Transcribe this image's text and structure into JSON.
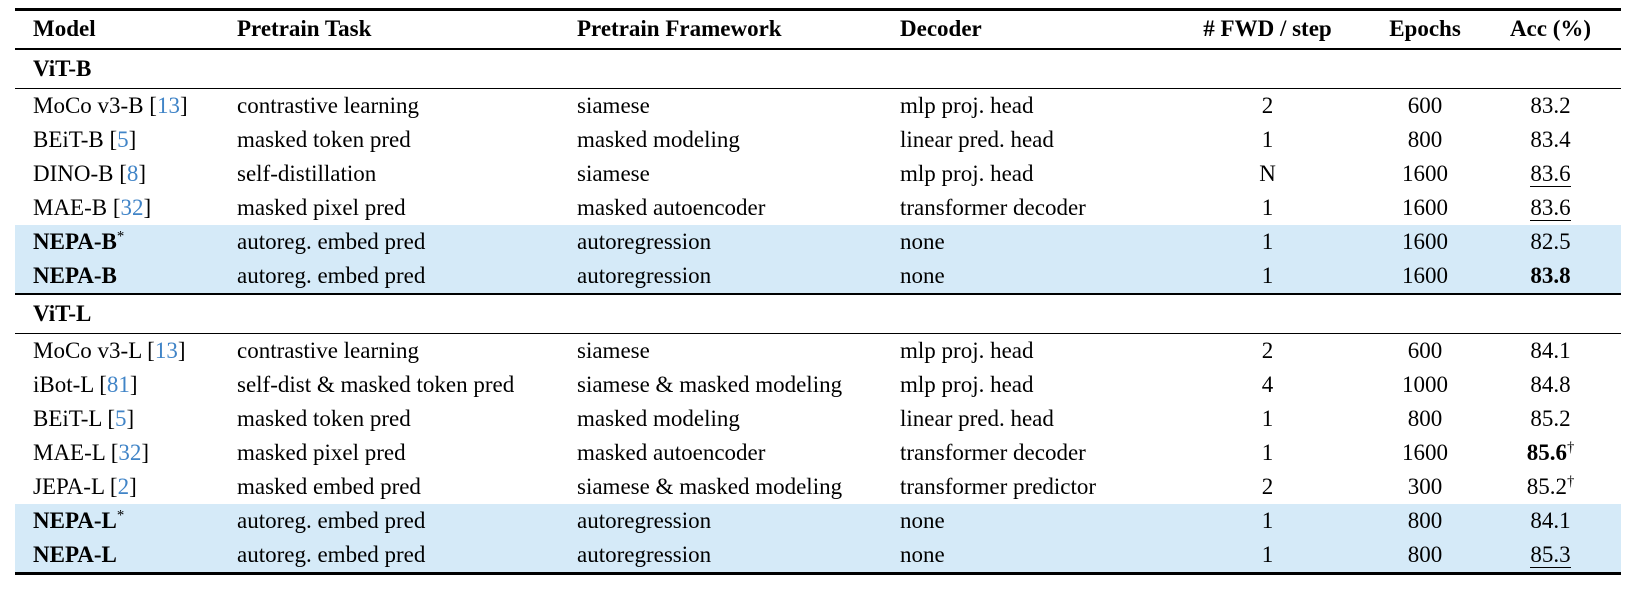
{
  "colors": {
    "background": "#ffffff",
    "text": "#000000",
    "highlight_row": "#d5eaf8",
    "citation_link": "#4084c7",
    "rule": "#000000"
  },
  "table": {
    "columns": [
      {
        "label": "Model",
        "align": "left"
      },
      {
        "label": "Pretrain Task",
        "align": "left"
      },
      {
        "label": "Pretrain Framework",
        "align": "left"
      },
      {
        "label": "Decoder",
        "align": "left"
      },
      {
        "label": "# FWD / step",
        "align": "center"
      },
      {
        "label": "Epochs",
        "align": "center"
      },
      {
        "label": "Acc (%)",
        "align": "center"
      }
    ],
    "sections": [
      {
        "header": "ViT-B",
        "rows": [
          {
            "model": "MoCo v3-B",
            "cite": "13",
            "model_bold": false,
            "model_sup": "",
            "highlight": false,
            "task": "contrastive learning",
            "framework": "siamese",
            "decoder": "mlp proj. head",
            "fwd": "2",
            "epochs": "600",
            "acc": "83.2",
            "acc_bold": false,
            "acc_underline": false,
            "acc_sup": ""
          },
          {
            "model": "BEiT-B",
            "cite": "5",
            "model_bold": false,
            "model_sup": "",
            "highlight": false,
            "task": "masked token pred",
            "framework": "masked modeling",
            "decoder": "linear pred. head",
            "fwd": "1",
            "epochs": "800",
            "acc": "83.4",
            "acc_bold": false,
            "acc_underline": false,
            "acc_sup": ""
          },
          {
            "model": "DINO-B",
            "cite": "8",
            "model_bold": false,
            "model_sup": "",
            "highlight": false,
            "task": "self-distillation",
            "framework": "siamese",
            "decoder": "mlp proj. head",
            "fwd": "N",
            "epochs": "1600",
            "acc": "83.6",
            "acc_bold": false,
            "acc_underline": true,
            "acc_sup": ""
          },
          {
            "model": "MAE-B",
            "cite": "32",
            "model_bold": false,
            "model_sup": "",
            "highlight": false,
            "task": "masked pixel pred",
            "framework": "masked autoencoder",
            "decoder": "transformer decoder",
            "fwd": "1",
            "epochs": "1600",
            "acc": "83.6",
            "acc_bold": false,
            "acc_underline": true,
            "acc_sup": ""
          },
          {
            "model": "NEPA-B",
            "cite": "",
            "model_bold": true,
            "model_sup": "*",
            "highlight": true,
            "task": "autoreg. embed pred",
            "framework": "autoregression",
            "decoder": "none",
            "fwd": "1",
            "epochs": "1600",
            "acc": "82.5",
            "acc_bold": false,
            "acc_underline": false,
            "acc_sup": ""
          },
          {
            "model": "NEPA-B",
            "cite": "",
            "model_bold": true,
            "model_sup": "",
            "highlight": true,
            "task": "autoreg. embed pred",
            "framework": "autoregression",
            "decoder": "none",
            "fwd": "1",
            "epochs": "1600",
            "acc": "83.8",
            "acc_bold": true,
            "acc_underline": false,
            "acc_sup": ""
          }
        ]
      },
      {
        "header": "ViT-L",
        "rows": [
          {
            "model": "MoCo v3-L",
            "cite": "13",
            "model_bold": false,
            "model_sup": "",
            "highlight": false,
            "task": "contrastive learning",
            "framework": "siamese",
            "decoder": "mlp proj. head",
            "fwd": "2",
            "epochs": "600",
            "acc": "84.1",
            "acc_bold": false,
            "acc_underline": false,
            "acc_sup": ""
          },
          {
            "model": "iBot-L",
            "cite": "81",
            "model_bold": false,
            "model_sup": "",
            "highlight": false,
            "task": "self-dist & masked token pred",
            "framework": "siamese & masked modeling",
            "decoder": "mlp proj. head",
            "fwd": "4",
            "epochs": "1000",
            "acc": "84.8",
            "acc_bold": false,
            "acc_underline": false,
            "acc_sup": ""
          },
          {
            "model": "BEiT-L",
            "cite": "5",
            "model_bold": false,
            "model_sup": "",
            "highlight": false,
            "task": "masked token pred",
            "framework": "masked modeling",
            "decoder": "linear pred. head",
            "fwd": "1",
            "epochs": "800",
            "acc": "85.2",
            "acc_bold": false,
            "acc_underline": false,
            "acc_sup": ""
          },
          {
            "model": "MAE-L",
            "cite": "32",
            "model_bold": false,
            "model_sup": "",
            "highlight": false,
            "task": "masked pixel pred",
            "framework": "masked autoencoder",
            "decoder": "transformer decoder",
            "fwd": "1",
            "epochs": "1600",
            "acc": "85.6",
            "acc_bold": true,
            "acc_underline": false,
            "acc_sup": "†"
          },
          {
            "model": "JEPA-L",
            "cite": "2",
            "model_bold": false,
            "model_sup": "",
            "highlight": false,
            "task": "masked embed pred",
            "framework": "siamese & masked modeling",
            "decoder": "transformer predictor",
            "fwd": "2",
            "epochs": "300",
            "acc": "85.2",
            "acc_bold": false,
            "acc_underline": false,
            "acc_sup": "†"
          },
          {
            "model": "NEPA-L",
            "cite": "",
            "model_bold": true,
            "model_sup": "*",
            "highlight": true,
            "task": "autoreg. embed pred",
            "framework": "autoregression",
            "decoder": "none",
            "fwd": "1",
            "epochs": "800",
            "acc": "84.1",
            "acc_bold": false,
            "acc_underline": false,
            "acc_sup": ""
          },
          {
            "model": "NEPA-L",
            "cite": "",
            "model_bold": true,
            "model_sup": "",
            "highlight": true,
            "task": "autoreg. embed pred",
            "framework": "autoregression",
            "decoder": "none",
            "fwd": "1",
            "epochs": "800",
            "acc": "85.3",
            "acc_bold": false,
            "acc_underline": true,
            "acc_sup": ""
          }
        ]
      }
    ]
  }
}
